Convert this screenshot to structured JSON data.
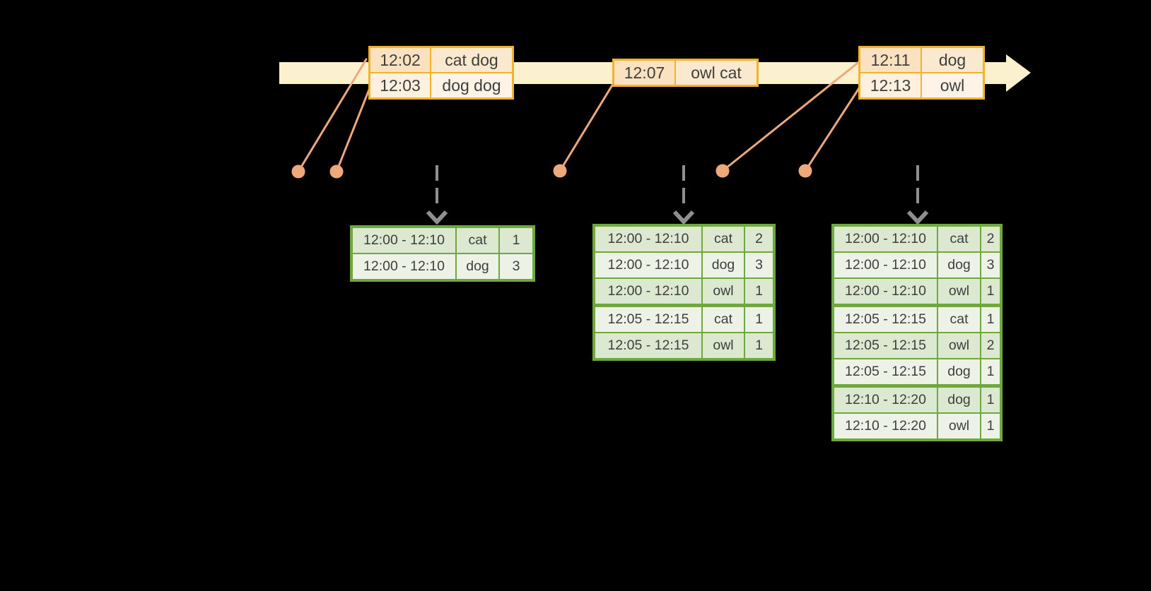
{
  "colors": {
    "background": "#000000",
    "timeline_band": "#FBF1CF",
    "event_border": "#F0B32B",
    "event_time_dark": "#FAE1C0",
    "event_word_dark": "#FBE9CF",
    "event_time_light": "#FDF0DF",
    "event_word_light": "#FDF4E7",
    "connector": "#EFA87C",
    "table_border": "#6FA83E",
    "row_dark": "#DDE8D1",
    "row_light": "#EDF2E7",
    "trigger_gray": "#8F8F8F",
    "text": "#3E3E3E"
  },
  "timeline": {
    "groups": [
      {
        "events": [
          {
            "time": "12:02",
            "words": "cat dog"
          },
          {
            "time": "12:03",
            "words": "dog dog"
          }
        ]
      },
      {
        "events": [
          {
            "time": "12:07",
            "words": "owl cat"
          }
        ]
      },
      {
        "events": [
          {
            "time": "12:11",
            "words": "dog"
          },
          {
            "time": "12:13",
            "words": "owl"
          }
        ]
      }
    ]
  },
  "tables": [
    {
      "rows": [
        {
          "window": "12:00 - 12:10",
          "word": "cat",
          "count": "1"
        },
        {
          "window": "12:00 - 12:10",
          "word": "dog",
          "count": "3"
        }
      ]
    },
    {
      "rows": [
        {
          "window": "12:00 - 12:10",
          "word": "cat",
          "count": "2"
        },
        {
          "window": "12:00 - 12:10",
          "word": "dog",
          "count": "3"
        },
        {
          "window": "12:00 - 12:10",
          "word": "owl",
          "count": "1"
        },
        {
          "window": "12:05 - 12:15",
          "word": "cat",
          "count": "1"
        },
        {
          "window": "12:05 - 12:15",
          "word": "owl",
          "count": "1"
        }
      ]
    },
    {
      "rows": [
        {
          "window": "12:00 - 12:10",
          "word": "cat",
          "count": "2"
        },
        {
          "window": "12:00 - 12:10",
          "word": "dog",
          "count": "3"
        },
        {
          "window": "12:00 - 12:10",
          "word": "owl",
          "count": "1"
        },
        {
          "window": "12:05 - 12:15",
          "word": "cat",
          "count": "1"
        },
        {
          "window": "12:05 - 12:15",
          "word": "owl",
          "count": "2"
        },
        {
          "window": "12:05 - 12:15",
          "word": "dog",
          "count": "1"
        },
        {
          "window": "12:10 - 12:20",
          "word": "dog",
          "count": "1"
        },
        {
          "window": "12:10 - 12:20",
          "word": "owl",
          "count": "1"
        }
      ]
    }
  ]
}
